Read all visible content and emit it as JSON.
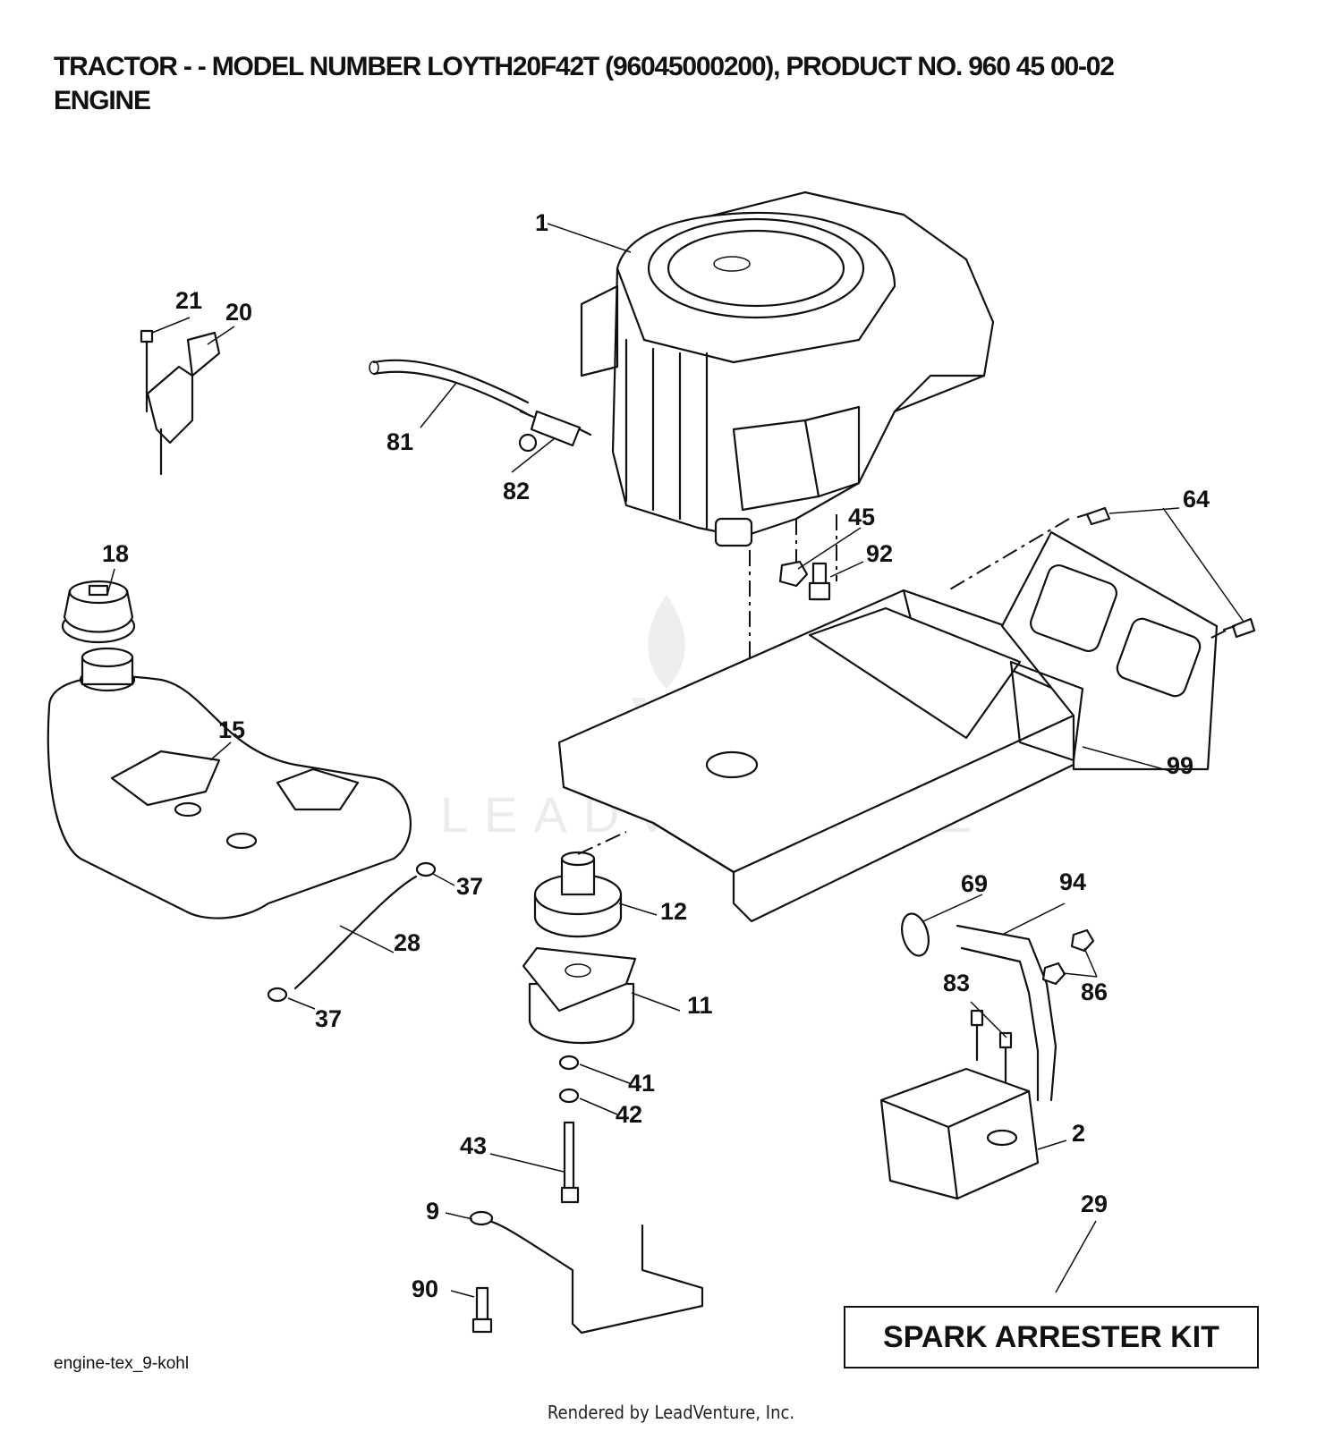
{
  "header": {
    "line1": "TRACTOR - - MODEL NUMBER LOYTH20F42T (96045000200), PRODUCT NO. 960 45 00-02",
    "line2": "ENGINE"
  },
  "callouts": {
    "c1": "1",
    "c2": "2",
    "c9": "9",
    "c11": "11",
    "c12": "12",
    "c15": "15",
    "c18": "18",
    "c20": "20",
    "c21": "21",
    "c28": "28",
    "c29": "29",
    "c37a": "37",
    "c37b": "37",
    "c41": "41",
    "c42": "42",
    "c43": "43",
    "c45": "45",
    "c64": "64",
    "c69": "69",
    "c81": "81",
    "c82": "82",
    "c83": "83",
    "c86": "86",
    "c90": "90",
    "c92": "92",
    "c94": "94",
    "c99": "99"
  },
  "kit_label": "SPARK ARRESTER KIT",
  "diagram_code": "engine-tex_9-kohl",
  "watermark": "LEADVENTURE",
  "footer": "Rendered by LeadVenture, Inc."
}
